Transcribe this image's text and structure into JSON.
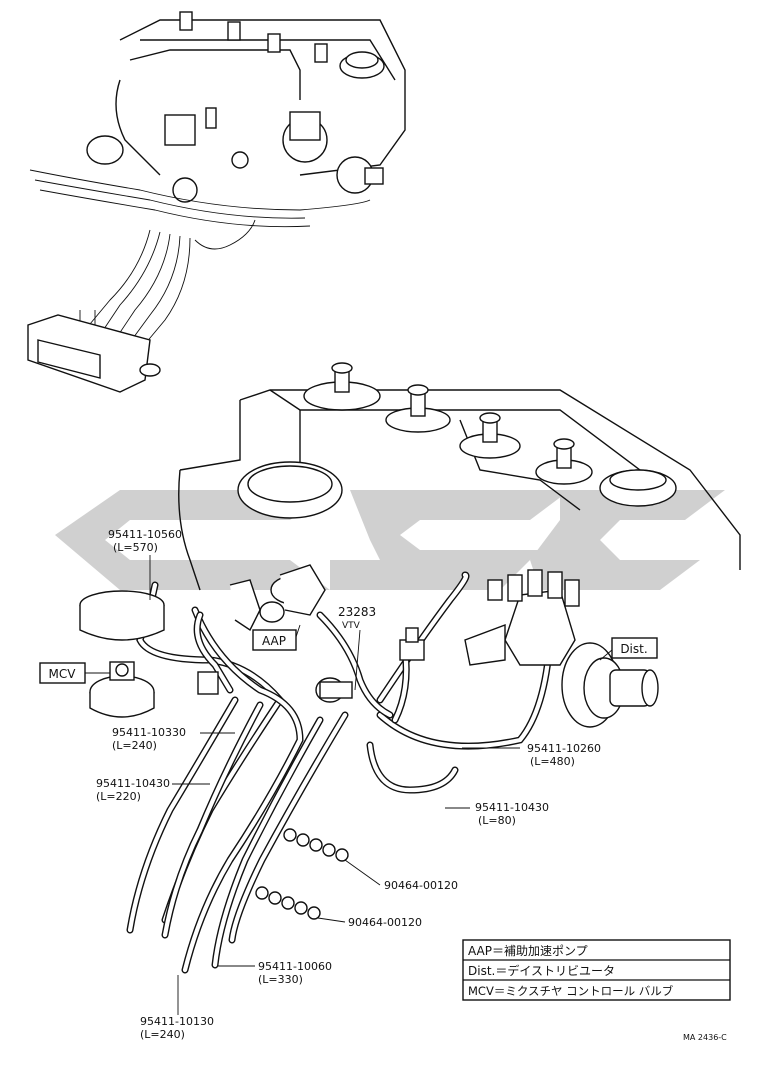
{
  "diagram": {
    "component_boxes": {
      "aap": "AAP",
      "mcv": "MCV",
      "dist": "Dist."
    },
    "vtv": {
      "number": "23283",
      "label": "VTV"
    },
    "parts": [
      {
        "number": "95411-10560",
        "length": "(L=570)"
      },
      {
        "number": "95411-10330",
        "length": "(L=240)"
      },
      {
        "number": "95411-10430",
        "length": "(L=220)"
      },
      {
        "number": "95411-10260",
        "length": "(L=480)"
      },
      {
        "number": "95411-10430",
        "length": "(L=80)"
      },
      {
        "number": "90464-00120",
        "length": ""
      },
      {
        "number": "90464-00120",
        "length": ""
      },
      {
        "number": "95411-10060",
        "length": "(L=330)"
      },
      {
        "number": "95411-10130",
        "length": "(L=240)"
      }
    ],
    "legend": [
      "AAP＝補助加速ポンプ",
      "Dist.＝デイストリビユータ",
      "MCV＝ミクスチヤ コントロール バルブ"
    ],
    "figure_code": "MA 2436-C"
  }
}
